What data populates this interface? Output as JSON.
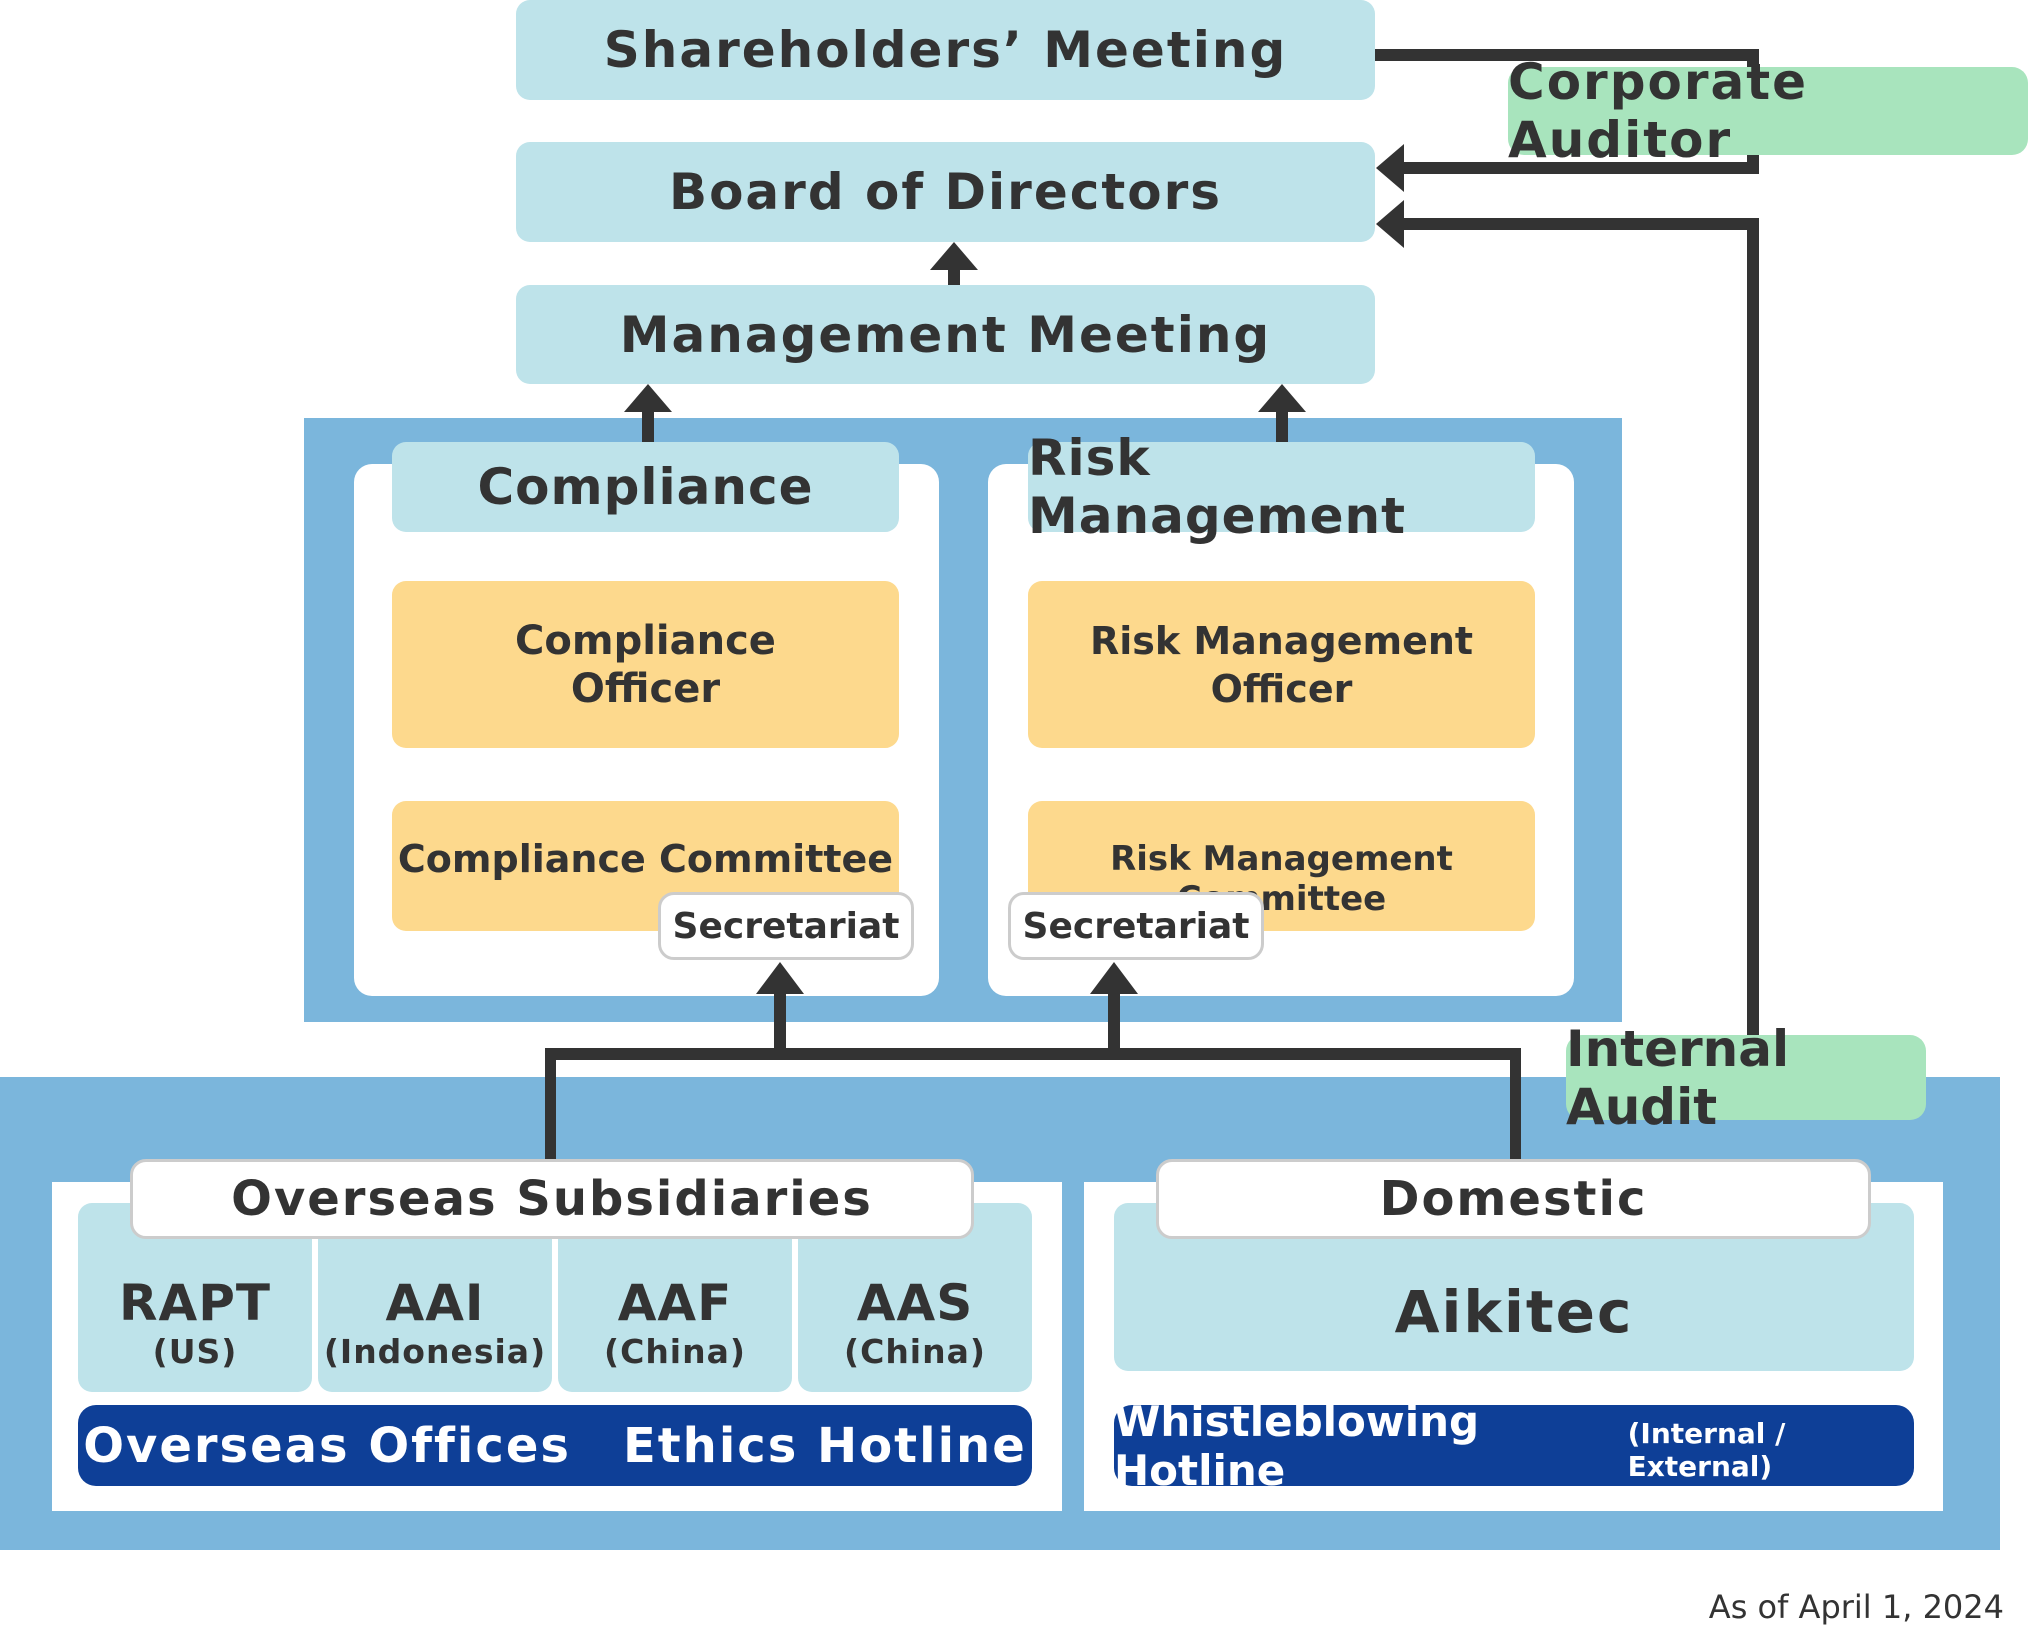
{
  "top": {
    "shareholders": "Shareholders’ Meeting",
    "board": "Board of Directors",
    "management": "Management Meeting",
    "corporate_auditor": "Corporate Auditor"
  },
  "compliance": {
    "header": "Compliance",
    "officer_line1": "Compliance",
    "officer_line2": "Officer",
    "committee": "Compliance Committee",
    "secretariat": "Secretariat"
  },
  "risk": {
    "header": "Risk Management",
    "officer_line1": "Risk Management",
    "officer_line2": "Officer",
    "committee": "Risk Management Committee",
    "secretariat": "Secretariat"
  },
  "internal_audit": "Internal Audit",
  "overseas": {
    "tab": "Overseas Subsidiaries",
    "subsidiaries": [
      {
        "name": "RAPT",
        "country": "(US)"
      },
      {
        "name": "AAI",
        "country": "(Indonesia)"
      },
      {
        "name": "AAF",
        "country": "(China)"
      },
      {
        "name": "AAS",
        "country": "(China)"
      }
    ],
    "hotline_a": "Overseas Offices",
    "hotline_b": "Ethics Hotline"
  },
  "domestic": {
    "tab": "Domestic",
    "company": "Aikitec",
    "hotline": "Whistleblowing Hotline",
    "hotline_note": "(Internal / External)"
  },
  "footnote": "As of April 1, 2024",
  "colors": {
    "light_blue": "#bee3ea",
    "panel_blue": "#7bb6dc",
    "yellow": "#fdd98d",
    "green": "#a8e4bd",
    "navy": "#0e3f97",
    "connector": "#333333"
  }
}
